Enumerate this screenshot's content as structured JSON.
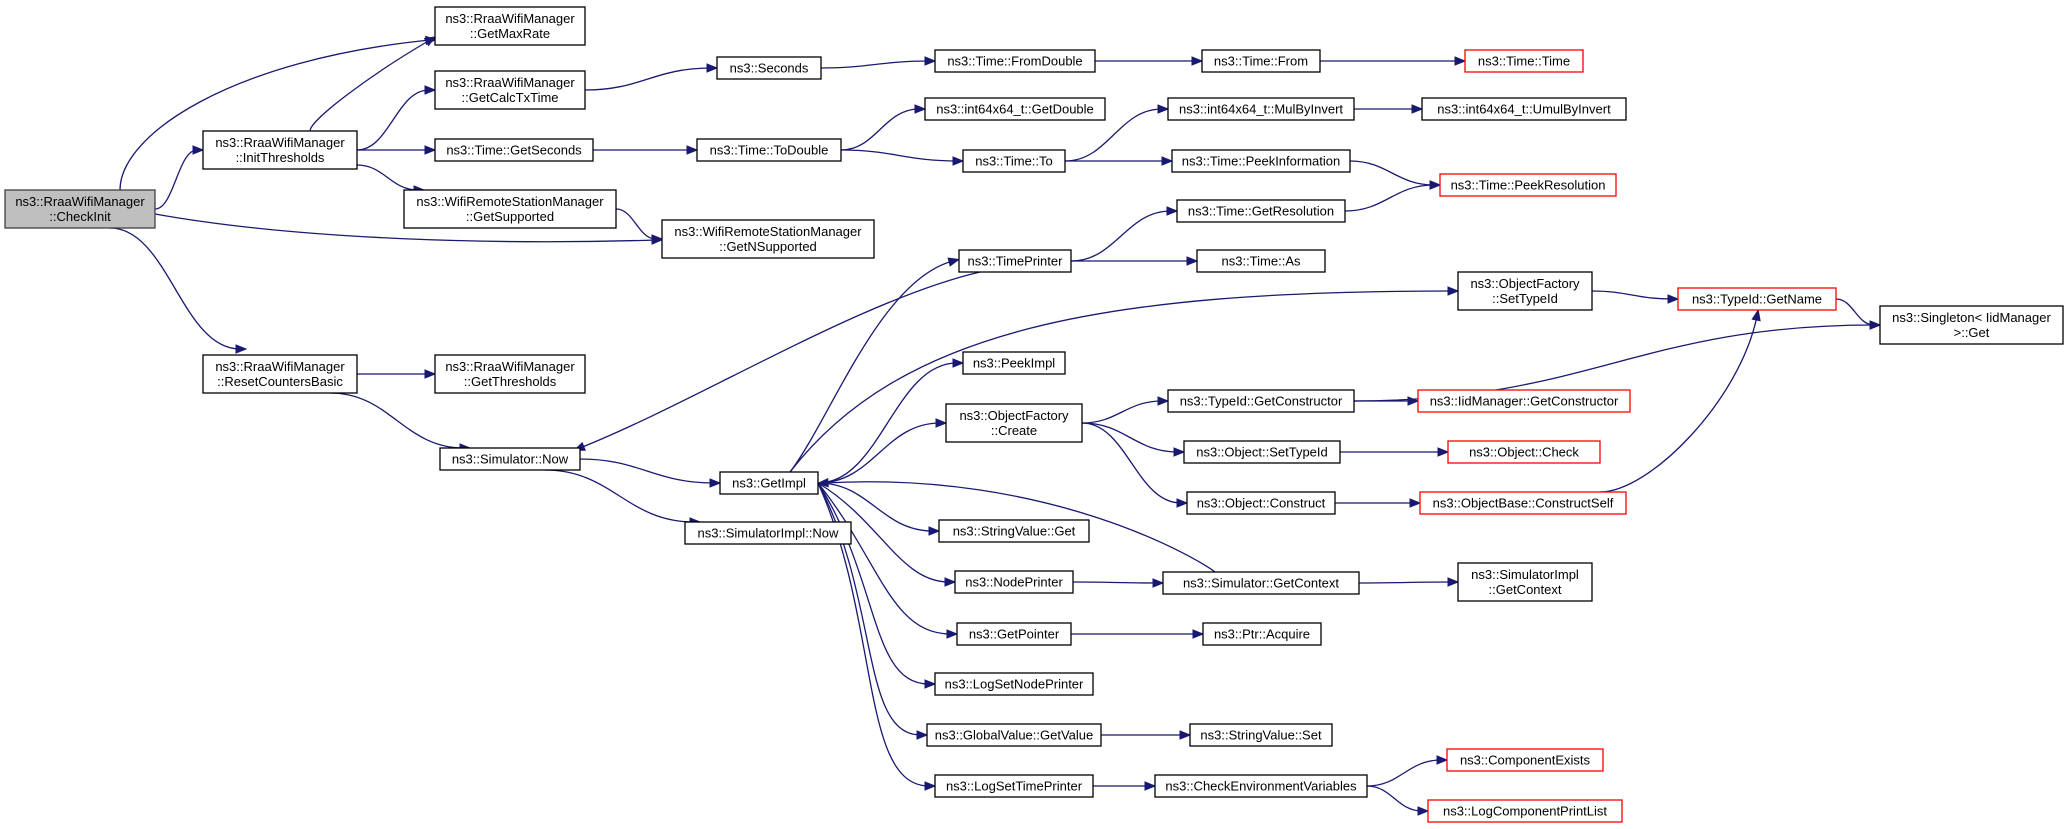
{
  "diagram": {
    "type": "call-graph",
    "colors": {
      "edge": "#191970",
      "root_fill": "#bfbfbf",
      "external_border": "#ff0000",
      "node_border": "#000000"
    },
    "nodes": [
      {
        "id": "CheckInit",
        "lines": [
          "ns3::RraaWifiManager",
          "::CheckInit"
        ],
        "style": "root"
      },
      {
        "id": "GetMaxRate",
        "lines": [
          "ns3::RraaWifiManager",
          "::GetMaxRate"
        ]
      },
      {
        "id": "InitThresholds",
        "lines": [
          "ns3::RraaWifiManager",
          "::InitThresholds"
        ]
      },
      {
        "id": "GetCalcTxTime",
        "lines": [
          "ns3::RraaWifiManager",
          "::GetCalcTxTime"
        ]
      },
      {
        "id": "TimeGetSeconds",
        "lines": [
          "ns3::Time::GetSeconds"
        ]
      },
      {
        "id": "GetSupported",
        "lines": [
          "ns3::WifiRemoteStationManager",
          "::GetSupported"
        ]
      },
      {
        "id": "GetNSupported",
        "lines": [
          "ns3::WifiRemoteStationManager",
          "::GetNSupported"
        ]
      },
      {
        "id": "ResetCountersBasic",
        "lines": [
          "ns3::RraaWifiManager",
          "::ResetCountersBasic"
        ]
      },
      {
        "id": "GetThresholds",
        "lines": [
          "ns3::RraaWifiManager",
          "::GetThresholds"
        ]
      },
      {
        "id": "SimulatorNow",
        "lines": [
          "ns3::Simulator::Now"
        ]
      },
      {
        "id": "Seconds",
        "lines": [
          "ns3::Seconds"
        ]
      },
      {
        "id": "ToDouble",
        "lines": [
          "ns3::Time::ToDouble"
        ]
      },
      {
        "id": "GetImpl",
        "lines": [
          "ns3::GetImpl"
        ]
      },
      {
        "id": "SimulatorImplNow",
        "lines": [
          "ns3::SimulatorImpl::Now"
        ]
      },
      {
        "id": "FromDouble",
        "lines": [
          "ns3::Time::FromDouble"
        ]
      },
      {
        "id": "GetDouble",
        "lines": [
          "ns3::int64x64_t::GetDouble"
        ]
      },
      {
        "id": "TimeTo",
        "lines": [
          "ns3::Time::To"
        ]
      },
      {
        "id": "TimePrinter",
        "lines": [
          "ns3::TimePrinter"
        ]
      },
      {
        "id": "PeekImpl",
        "lines": [
          "ns3::PeekImpl"
        ]
      },
      {
        "id": "OFCreate",
        "lines": [
          "ns3::ObjectFactory",
          "::Create"
        ]
      },
      {
        "id": "StringValueGet",
        "lines": [
          "ns3::StringValue::Get"
        ]
      },
      {
        "id": "NodePrinter",
        "lines": [
          "ns3::NodePrinter"
        ]
      },
      {
        "id": "GetPointer",
        "lines": [
          "ns3::GetPointer"
        ]
      },
      {
        "id": "LogSetNodePrinter",
        "lines": [
          "ns3::LogSetNodePrinter"
        ]
      },
      {
        "id": "GVGetValue",
        "lines": [
          "ns3::GlobalValue::GetValue"
        ]
      },
      {
        "id": "LogSetTimePrinter",
        "lines": [
          "ns3::LogSetTimePrinter"
        ]
      },
      {
        "id": "TimeFrom",
        "lines": [
          "ns3::Time::From"
        ]
      },
      {
        "id": "MulByInvert",
        "lines": [
          "ns3::int64x64_t::MulByInvert"
        ]
      },
      {
        "id": "PeekInformation",
        "lines": [
          "ns3::Time::PeekInformation"
        ]
      },
      {
        "id": "GetResolution",
        "lines": [
          "ns3::Time::GetResolution"
        ]
      },
      {
        "id": "TimeAs",
        "lines": [
          "ns3::Time::As"
        ]
      },
      {
        "id": "GetConstructor",
        "lines": [
          "ns3::TypeId::GetConstructor"
        ]
      },
      {
        "id": "ObjSetTypeId",
        "lines": [
          "ns3::Object::SetTypeId"
        ]
      },
      {
        "id": "ObjConstruct",
        "lines": [
          "ns3::Object::Construct"
        ]
      },
      {
        "id": "SimGetContext",
        "lines": [
          "ns3::Simulator::GetContext"
        ]
      },
      {
        "id": "PtrAcquire",
        "lines": [
          "ns3::Ptr::Acquire"
        ]
      },
      {
        "id": "StringValueSet",
        "lines": [
          "ns3::StringValue::Set"
        ]
      },
      {
        "id": "CheckEnvVars",
        "lines": [
          "ns3::CheckEnvironmentVariables"
        ]
      },
      {
        "id": "TimeTime",
        "lines": [
          "ns3::Time::Time"
        ],
        "style": "external"
      },
      {
        "id": "UmulByInvert",
        "lines": [
          "ns3::int64x64_t::UmulByInvert"
        ]
      },
      {
        "id": "PeekResolution",
        "lines": [
          "ns3::Time::PeekResolution"
        ],
        "style": "external"
      },
      {
        "id": "OFSetTypeId",
        "lines": [
          "ns3::ObjectFactory",
          "::SetTypeId"
        ]
      },
      {
        "id": "TypeIdGetName",
        "lines": [
          "ns3::TypeId::GetName"
        ],
        "style": "external"
      },
      {
        "id": "IidGetConstructor",
        "lines": [
          "ns3::IidManager::GetConstructor"
        ],
        "style": "external"
      },
      {
        "id": "ObjectCheck",
        "lines": [
          "ns3::Object::Check"
        ],
        "style": "external"
      },
      {
        "id": "ConstructSelf",
        "lines": [
          "ns3::ObjectBase::ConstructSelf"
        ],
        "style": "external"
      },
      {
        "id": "SimImplGetContext",
        "lines": [
          "ns3::SimulatorImpl",
          "::GetContext"
        ]
      },
      {
        "id": "ComponentExists",
        "lines": [
          "ns3::ComponentExists"
        ],
        "style": "external"
      },
      {
        "id": "LogComponentPrintList",
        "lines": [
          "ns3::LogComponentPrintList"
        ],
        "style": "external"
      },
      {
        "id": "SingletonGet",
        "lines": [
          "ns3::Singleton< IidManager",
          ">::Get"
        ]
      }
    ],
    "edges": [
      [
        "CheckInit",
        "GetMaxRate"
      ],
      [
        "CheckInit",
        "InitThresholds"
      ],
      [
        "CheckInit",
        "GetNSupported"
      ],
      [
        "CheckInit",
        "ResetCountersBasic"
      ],
      [
        "InitThresholds",
        "GetMaxRate"
      ],
      [
        "InitThresholds",
        "GetCalcTxTime"
      ],
      [
        "InitThresholds",
        "TimeGetSeconds"
      ],
      [
        "InitThresholds",
        "GetSupported"
      ],
      [
        "GetCalcTxTime",
        "Seconds"
      ],
      [
        "TimeGetSeconds",
        "ToDouble"
      ],
      [
        "GetSupported",
        "GetNSupported"
      ],
      [
        "ResetCountersBasic",
        "GetThresholds"
      ],
      [
        "ResetCountersBasic",
        "SimulatorNow"
      ],
      [
        "SimulatorNow",
        "GetImpl"
      ],
      [
        "SimulatorNow",
        "SimulatorImplNow"
      ],
      [
        "Seconds",
        "FromDouble"
      ],
      [
        "FromDouble",
        "TimeFrom"
      ],
      [
        "TimeFrom",
        "TimeTime"
      ],
      [
        "ToDouble",
        "GetDouble"
      ],
      [
        "ToDouble",
        "TimeTo"
      ],
      [
        "TimeTo",
        "MulByInvert"
      ],
      [
        "TimeTo",
        "PeekInformation"
      ],
      [
        "MulByInvert",
        "UmulByInvert"
      ],
      [
        "PeekInformation",
        "PeekResolution"
      ],
      [
        "TimePrinter",
        "GetResolution"
      ],
      [
        "TimePrinter",
        "TimeAs"
      ],
      [
        "TimePrinter",
        "SimulatorNow"
      ],
      [
        "GetResolution",
        "PeekResolution"
      ],
      [
        "GetImpl",
        "TimePrinter"
      ],
      [
        "GetImpl",
        "OFSetTypeId"
      ],
      [
        "GetImpl",
        "PeekImpl"
      ],
      [
        "GetImpl",
        "OFCreate"
      ],
      [
        "GetImpl",
        "StringValueGet"
      ],
      [
        "GetImpl",
        "NodePrinter"
      ],
      [
        "GetImpl",
        "GetPointer"
      ],
      [
        "GetImpl",
        "LogSetNodePrinter"
      ],
      [
        "GetImpl",
        "GVGetValue"
      ],
      [
        "GetImpl",
        "LogSetTimePrinter"
      ],
      [
        "OFSetTypeId",
        "TypeIdGetName"
      ],
      [
        "TypeIdGetName",
        "SingletonGet"
      ],
      [
        "OFCreate",
        "GetConstructor"
      ],
      [
        "OFCreate",
        "ObjSetTypeId"
      ],
      [
        "OFCreate",
        "ObjConstruct"
      ],
      [
        "GetConstructor",
        "IidGetConstructor"
      ],
      [
        "GetConstructor",
        "SingletonGet"
      ],
      [
        "ObjSetTypeId",
        "ObjectCheck"
      ],
      [
        "ObjConstruct",
        "ConstructSelf"
      ],
      [
        "ConstructSelf",
        "TypeIdGetName"
      ],
      [
        "NodePrinter",
        "SimGetContext"
      ],
      [
        "SimGetContext",
        "SimImplGetContext"
      ],
      [
        "SimGetContext",
        "GetImpl"
      ],
      [
        "GetPointer",
        "PtrAcquire"
      ],
      [
        "GVGetValue",
        "StringValueSet"
      ],
      [
        "LogSetTimePrinter",
        "CheckEnvVars"
      ],
      [
        "CheckEnvVars",
        "ComponentExists"
      ],
      [
        "CheckEnvVars",
        "LogComponentPrintList"
      ]
    ]
  }
}
